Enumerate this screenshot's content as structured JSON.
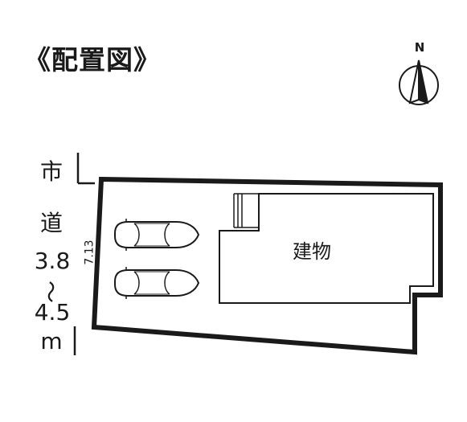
{
  "title": "《配置図》",
  "north_label": "N",
  "road": {
    "line1": "市",
    "line2": "道",
    "width_from": "3.8",
    "tilde": "〜",
    "width_to": "4.5",
    "unit": "m"
  },
  "frontage_dimension": "7.13",
  "building_label": "建物",
  "parking_spaces": 2,
  "colors": {
    "line": "#1a1a1a",
    "background": "#ffffff"
  }
}
